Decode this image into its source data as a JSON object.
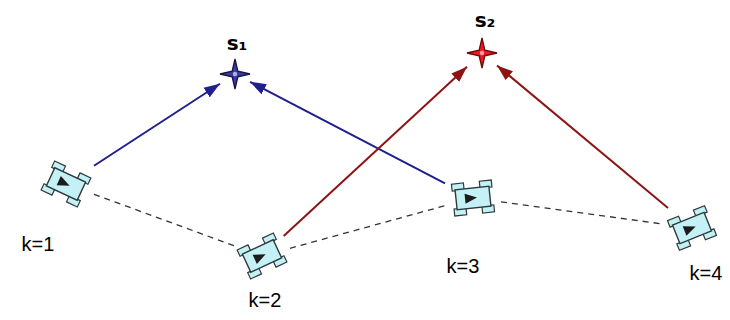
{
  "diagram": {
    "nodes": [
      {
        "text": [
          "s₁"
        ]
      },
      {
        "text": [
          "s₂"
        ]
      },
      {
        "text": [
          "k=1"
        ]
      },
      {
        "text": [
          "k=2"
        ]
      },
      {
        "text": [
          "k=3"
        ]
      },
      {
        "text": [
          "k=4"
        ]
      }
    ],
    "edges": [
      {
        "from": 2,
        "to": 0,
        "arrow": "to"
      },
      {
        "from": 4,
        "to": 0,
        "arrow": "to"
      },
      {
        "from": 3,
        "to": 1,
        "arrow": "to"
      },
      {
        "from": 5,
        "to": 1,
        "arrow": "to"
      },
      {
        "from": 2,
        "to": 3,
        "arrow": "none"
      },
      {
        "from": 3,
        "to": 4,
        "arrow": "none"
      },
      {
        "from": 4,
        "to": 5,
        "arrow": "none"
      }
    ]
  }
}
